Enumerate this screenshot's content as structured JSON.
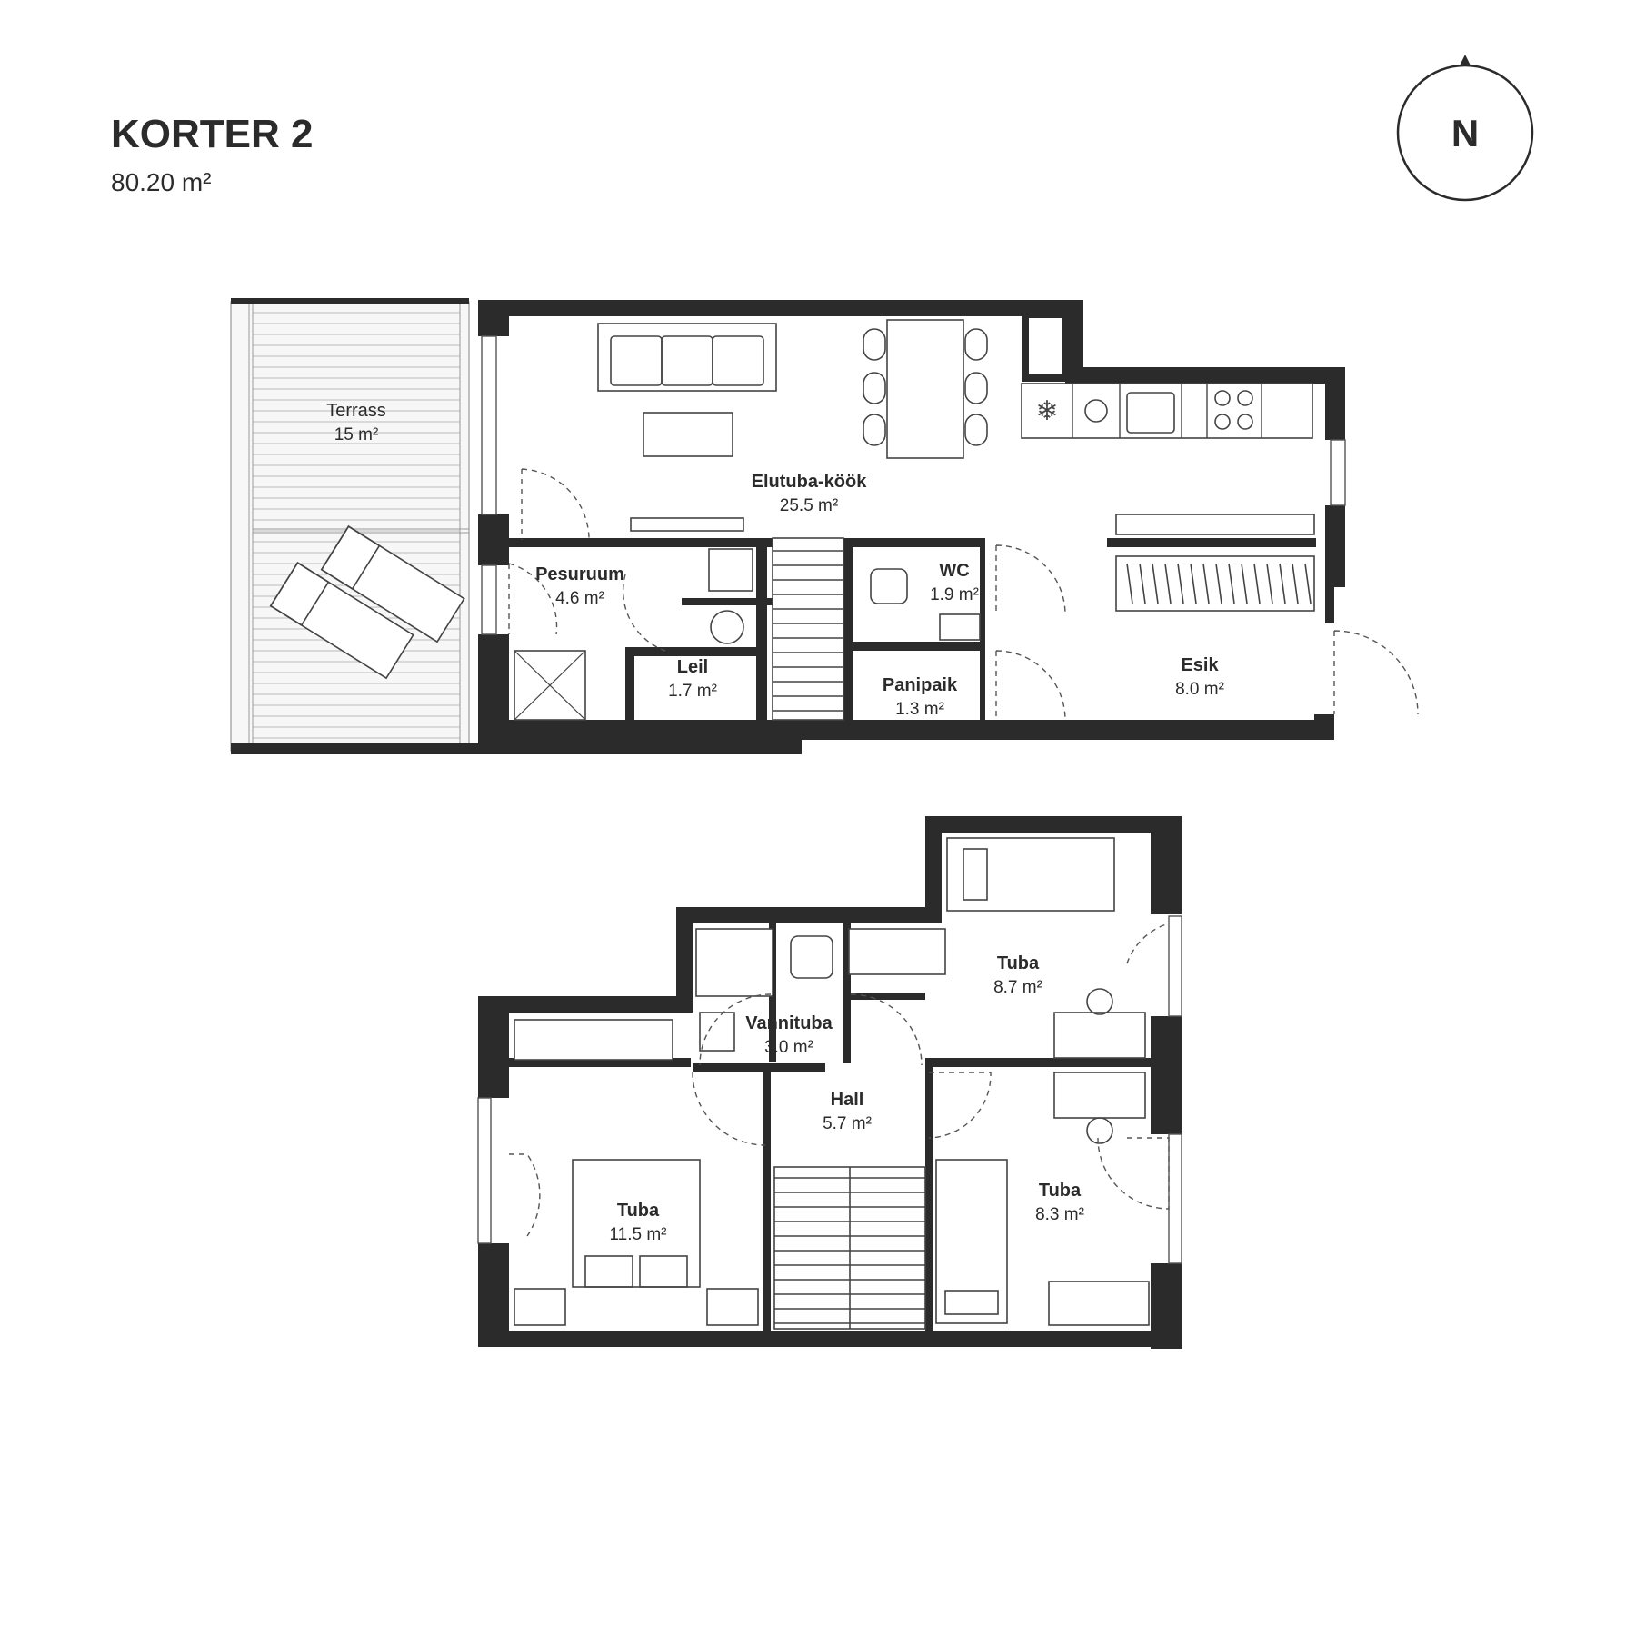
{
  "header": {
    "title": "KORTER 2",
    "area": "80.20 m²"
  },
  "compass": {
    "label": "N"
  },
  "colors": {
    "wall": "#2b2b2b",
    "line": "#444444",
    "background": "#ffffff"
  },
  "rooms": {
    "terrass": {
      "name": "Terrass",
      "area": "15 m²"
    },
    "elutuba": {
      "name": "Elutuba-köök",
      "area": "25.5 m²"
    },
    "pesuruum": {
      "name": "Pesuruum",
      "area": "4.6 m²"
    },
    "leil": {
      "name": "Leil",
      "area": "1.7 m²"
    },
    "wc": {
      "name": "WC",
      "area": "1.9 m²"
    },
    "panipaik": {
      "name": "Panipaik",
      "area": "1.3 m²"
    },
    "esik": {
      "name": "Esik",
      "area": "8.0 m²"
    },
    "vannituba": {
      "name": "Vannituba",
      "area": "3.0 m²"
    },
    "hall": {
      "name": "Hall",
      "area": "5.7 m²"
    },
    "tuba_ne": {
      "name": "Tuba",
      "area": "8.7 m²"
    },
    "tuba_sw": {
      "name": "Tuba",
      "area": "11.5 m²"
    },
    "tuba_se": {
      "name": "Tuba",
      "area": "8.3 m²"
    }
  }
}
